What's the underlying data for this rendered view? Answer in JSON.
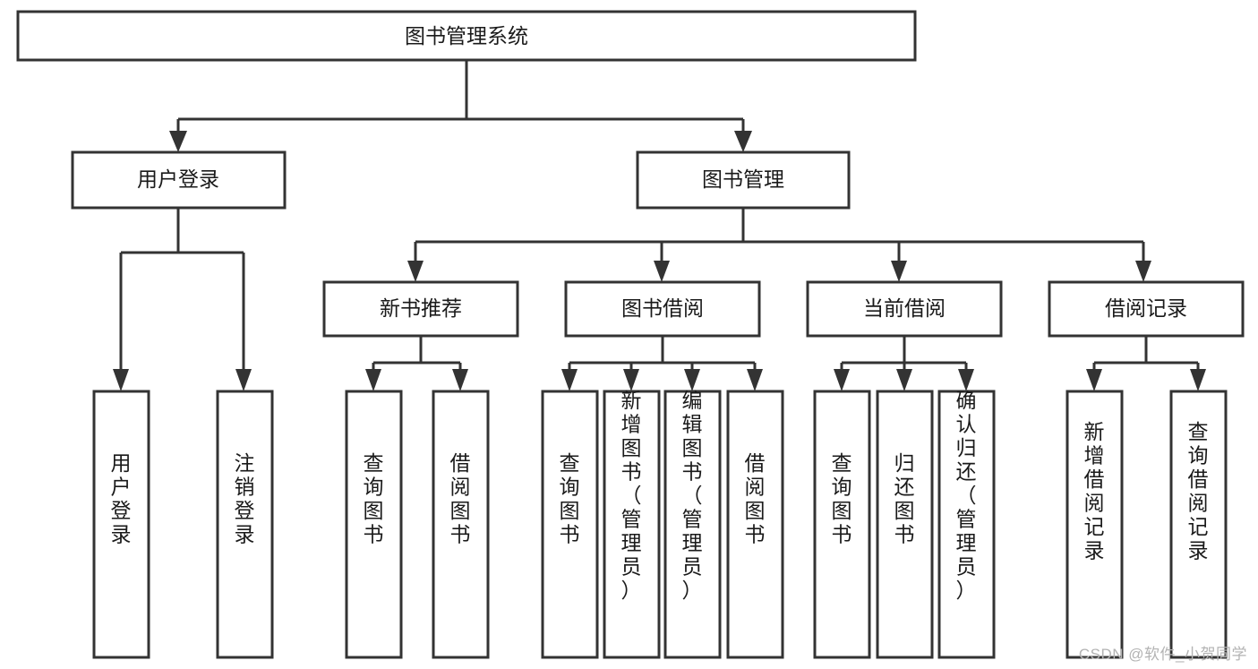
{
  "diagram": {
    "title": "图书管理系统",
    "type": "hierarchy-tree",
    "colors": {
      "box_stroke": "#333333",
      "box_fill": "#ffffff",
      "text": "#1a1a1a",
      "background": "#ffffff",
      "watermark": "#b3b3b3"
    },
    "root": {
      "label": "图书管理系统"
    },
    "level2": [
      {
        "label": "用户登录"
      },
      {
        "label": "图书管理"
      }
    ],
    "level3": [
      {
        "label": "新书推荐"
      },
      {
        "label": "图书借阅"
      },
      {
        "label": "当前借阅"
      },
      {
        "label": "借阅记录"
      }
    ],
    "leaves": {
      "user_login": [
        {
          "label": "用户登录"
        },
        {
          "label": "注销登录"
        }
      ],
      "new_book_recommend": [
        {
          "label": "查询图书"
        },
        {
          "label": "借阅图书"
        }
      ],
      "book_borrow": [
        {
          "label": "查询图书"
        },
        {
          "label": "新增图书（管理员）"
        },
        {
          "label": "编辑图书（管理员）"
        },
        {
          "label": "借阅图书"
        }
      ],
      "current_borrow": [
        {
          "label": "查询图书"
        },
        {
          "label": "归还图书"
        },
        {
          "label": "确认归还（管理员）"
        }
      ],
      "borrow_record": [
        {
          "label": "新增借阅记录"
        },
        {
          "label": "查询借阅记录"
        }
      ]
    }
  },
  "watermark": {
    "text": "CSDN @软件_小贺同学"
  }
}
